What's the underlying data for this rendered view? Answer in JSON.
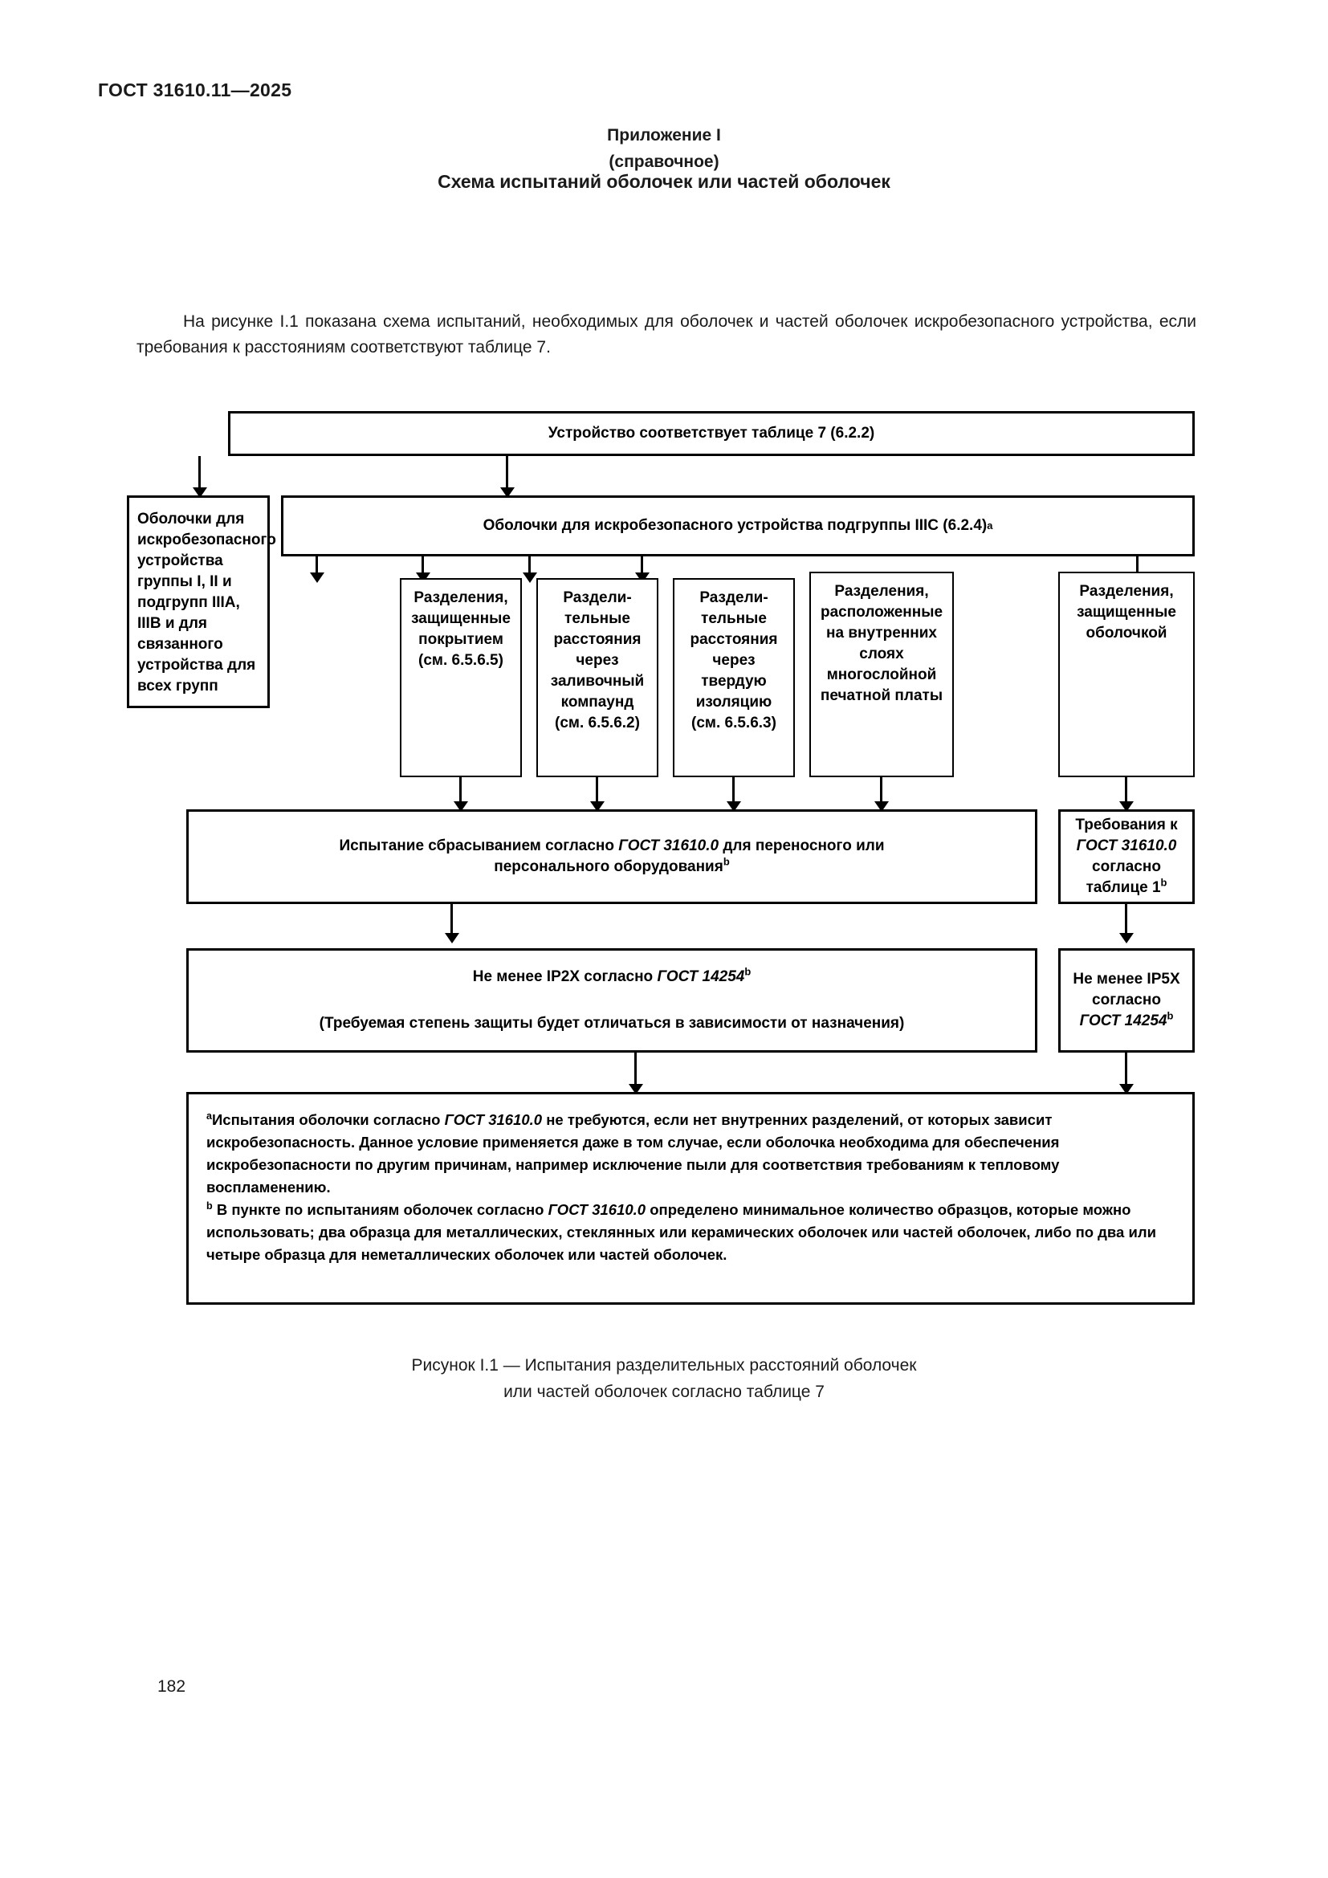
{
  "header": {
    "standard_id": "ГОСТ 31610.11—2025"
  },
  "annex": {
    "line1": "Приложение I",
    "line2": "(справочное)",
    "title": "Схема испытаний оболочек или частей оболочек",
    "intro": "На рисунке I.1 показана схема испытаний, необходимых для оболочек и частей оболочек искробезопасного устройства, если требования к расстояниям соответствуют таблице 7."
  },
  "flowchart": {
    "top_box": "Устройство соответствует таблице 7 (6.2.2)",
    "left_box": "Оболочки для искробезопасного устройства группы I, II и подгрупп IIIA, IIIB и для связанного устройства для всех групп",
    "iic_box": {
      "text": "Оболочки для искробезопасного устройства подгруппы IIIC (6.2.4)",
      "footnote_marker": "a"
    },
    "columns": [
      {
        "lines": [
          "Разделения,",
          "защищенные",
          "покрытием",
          "(см. 6.5.6.5)"
        ]
      },
      {
        "lines": [
          "Раздели-",
          "тельные",
          "расстояния",
          "через",
          "заливочный",
          "компаунд",
          "(см. 6.5.6.2)"
        ]
      },
      {
        "lines": [
          "Раздели-",
          "тельные",
          "расстояния",
          "через",
          "твердую",
          "изоляцию",
          "(см. 6.5.6.3)"
        ]
      },
      {
        "lines": [
          "Разделения,",
          "расположенные",
          "на внутренних",
          "слоях",
          "многослойной",
          "печатной платы"
        ]
      },
      {
        "lines": [
          "Разделения,",
          "защищенные",
          "оболочкой"
        ]
      }
    ],
    "drop_test_box": {
      "line1_pre": "Испытание сбрасыванием согласно ",
      "line1_std": "ГОСТ 31610.0",
      "line1_post": " для переносного или",
      "line2": "персонального оборудования",
      "footnote_marker": "b"
    },
    "requirements_box": {
      "line1": "Требования к",
      "line2_std": "ГОСТ 31610.0",
      "line3": "согласно",
      "line4": "таблице 1",
      "footnote_marker": "b"
    },
    "ip2x_box": {
      "line1_pre": "Не менее IP2X согласно ",
      "line1_std": "ГОСТ 14254",
      "footnote_marker": "b",
      "line2": "(Требуемая степень защиты будет отличаться в зависимости от назначения)"
    },
    "ip5x_box": {
      "line1": "Не менее IP5X",
      "line2": "согласно",
      "line3_std": "ГОСТ 14254",
      "footnote_marker": "b"
    },
    "notes": {
      "a_marker": "a",
      "a_pre": "Испытания оболочки согласно ",
      "a_std": "ГОСТ 31610.0",
      "a_post": " не требуются, если нет внутренних разделений, от которых  зависит искробезопасность. Данное условие применяется даже в том случае, если оболочка необходима для  обеспечения искробезопасности по другим причинам, например исключение пыли для соответствия  требованиям к тепловому воспламенению.",
      "b_marker": "b",
      "b_pre": " В пункте по испытаниям оболочек согласно ",
      "b_std": "ГОСТ 31610.0",
      "b_post": " определено минимальное количество образцов, которые можно использовать; два образца для металлических, стеклянных или керамических оболочек или частей оболочек, либо по два или четыре образца для неметаллических оболочек или частей оболочек."
    }
  },
  "figure_caption": {
    "line1": "Рисунок I.1 — Испытания разделительных расстояний оболочек",
    "line2": "или частей оболочек согласно таблице 7"
  },
  "footer": {
    "page_number": "182"
  }
}
